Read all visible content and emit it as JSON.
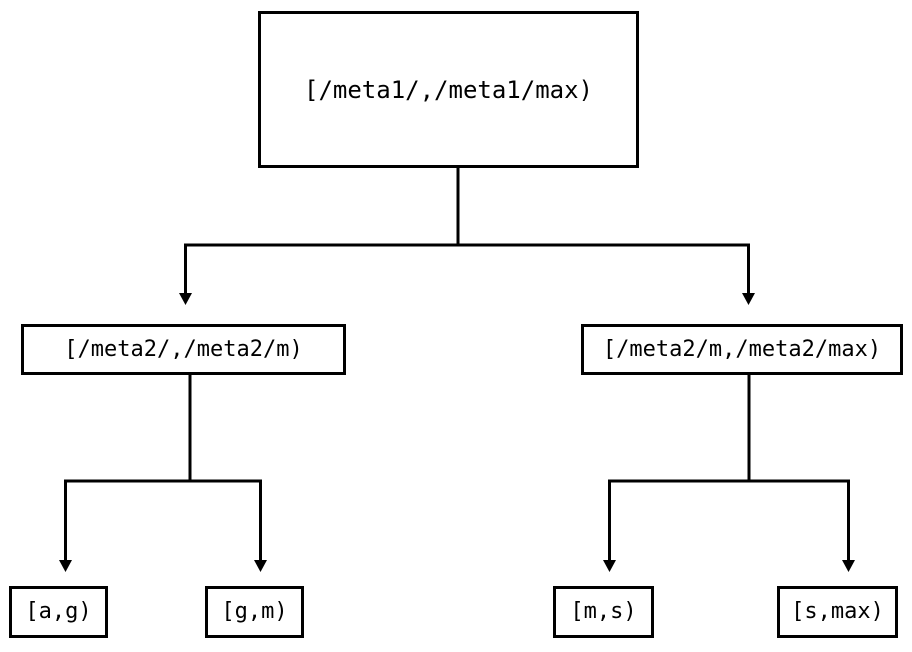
{
  "diagram": {
    "type": "tree",
    "title": "",
    "orientation": "top-down",
    "background_color": "#ffffff",
    "line_color": "#000000",
    "node_border_color": "#000000",
    "node_fill_color": "#ffffff",
    "text_color": "#000000",
    "nodes": {
      "root": {
        "label": "[/meta1/,/meta1/max)"
      },
      "mid_left": {
        "label": "[/meta2/,/meta2/m)"
      },
      "mid_right": {
        "label": "[/meta2/m,/meta2/max)"
      },
      "leaf_ag": {
        "label": "[a,g)"
      },
      "leaf_gm": {
        "label": "[g,m)"
      },
      "leaf_ms": {
        "label": "[m,s)"
      },
      "leaf_smax": {
        "label": "[s,max)"
      }
    },
    "edges": [
      {
        "from": "root",
        "to": "mid_left",
        "arrow": "down-triangle"
      },
      {
        "from": "root",
        "to": "mid_right",
        "arrow": "down-triangle"
      },
      {
        "from": "mid_left",
        "to": "leaf_ag",
        "arrow": "down-triangle"
      },
      {
        "from": "mid_left",
        "to": "leaf_gm",
        "arrow": "down-triangle"
      },
      {
        "from": "mid_right",
        "to": "leaf_ms",
        "arrow": "down-triangle"
      },
      {
        "from": "mid_right",
        "to": "leaf_smax",
        "arrow": "down-triangle"
      }
    ]
  }
}
